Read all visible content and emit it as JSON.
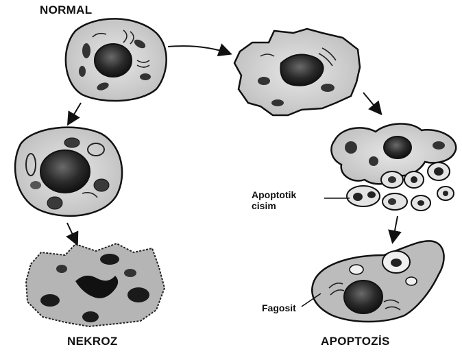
{
  "labels": {
    "normal": "NORMAL",
    "nekroz": "NEKROZ",
    "apoptozis": "APOPTOZİS",
    "apoptotik_line1": "Apoptotik",
    "apoptotik_line2": "cisim",
    "fagosit": "Fagosit"
  },
  "colors": {
    "ink": "#111111",
    "cytoplasm": "#cfcfcf",
    "cytoplasm_dark": "#a8a8a8",
    "nucleus": "#1e1e1e",
    "background": "#ffffff"
  }
}
